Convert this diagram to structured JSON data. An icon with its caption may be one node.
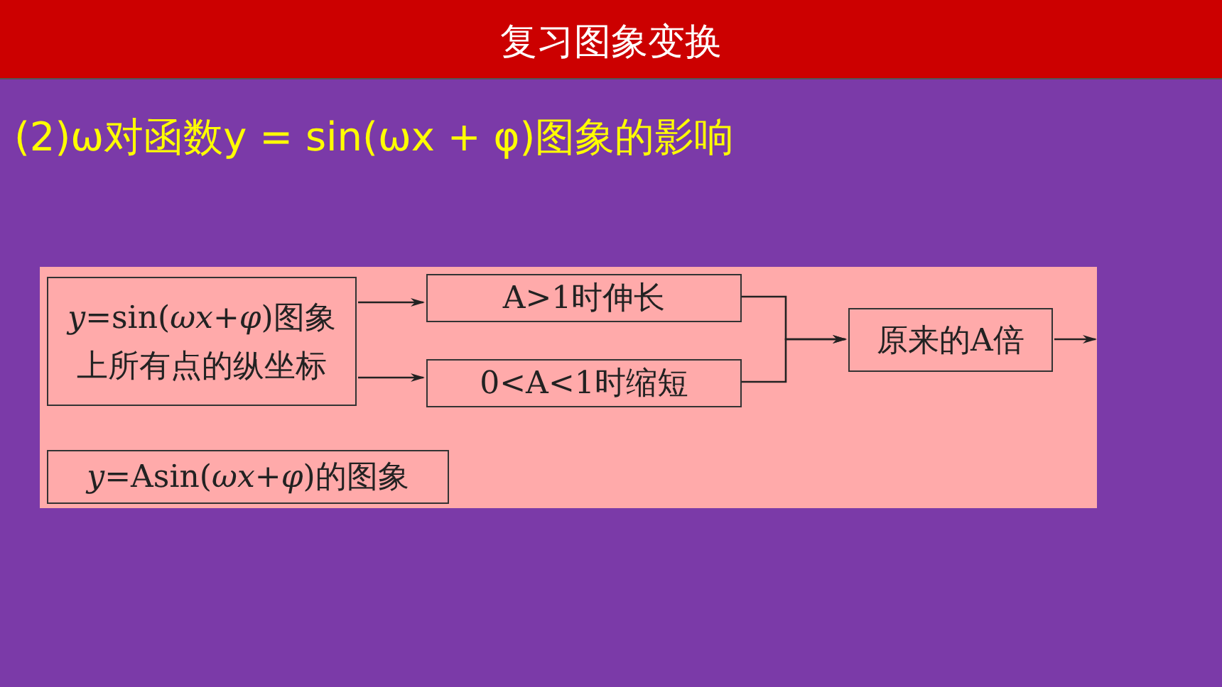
{
  "diagram": {
    "title": "复习图象变换",
    "nodes": [
      {
        "text": [
          "*y*=sin(*ωx*+*φ*)图象",
          "上所有点的纵坐标"
        ]
      },
      {
        "text": [
          "A>1时伸长"
        ]
      },
      {
        "text": [
          "0<A<1时缩短"
        ]
      },
      {
        "text": [
          "原来的A倍"
        ]
      },
      {
        "text": [
          "*y*=Asin(*ωx*+*φ*)的图象"
        ]
      }
    ],
    "edges": [
      {
        "from": 0,
        "to": 1,
        "arrow": "to"
      },
      {
        "from": 0,
        "to": 2,
        "arrow": "to"
      },
      {
        "from": 1,
        "to": 3,
        "arrow": "to"
      },
      {
        "from": 2,
        "to": 3,
        "arrow": "to"
      },
      {
        "from": 3,
        "to": null,
        "arrow": "to"
      }
    ],
    "labels": [
      "(2)ω对函数y = sin(ωx + φ)图象的影响"
    ]
  }
}
